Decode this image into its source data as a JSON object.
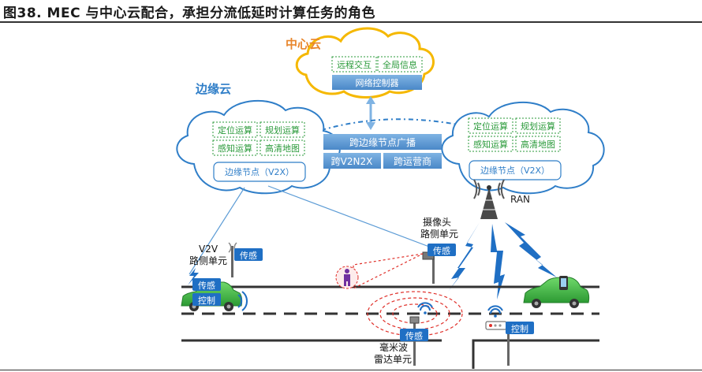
{
  "title": "图38. MEC 与中心云配合，承担分流低延时计算任务的角色",
  "center_cloud": {
    "name": "中心云",
    "items": [
      "远程交互",
      "全局信息"
    ],
    "controller": "网络控制器"
  },
  "edge_cloud_label": "边缘云",
  "edge_cloud_left": {
    "items": [
      "定位运算",
      "规划运算",
      "感知运算",
      "高清地图"
    ],
    "node": "边缘节点（V2X）"
  },
  "edge_cloud_right": {
    "items": [
      "定位运算",
      "规划运算",
      "感知运算",
      "高清地图"
    ],
    "node": "边缘节点（V2X）"
  },
  "cross_edge": {
    "broadcast": "跨边缘节点广播",
    "v2n2x": "跨V2N2X",
    "cross_operator": "跨运营商"
  },
  "ran_label": "RAN",
  "v2v_rsu": {
    "line1": "V2V",
    "line2": "路侧单元",
    "tag": "传感"
  },
  "camera_rsu": {
    "line1": "摄像头",
    "line2": "路侧单元",
    "tag": "传感"
  },
  "radar_rsu": {
    "tag": "传感",
    "line1": "毫米波",
    "line2": "雷达单元"
  },
  "left_car": {
    "tag_sense": "传感",
    "tag_control": "控制"
  },
  "right_signal_tag": "控制",
  "colors": {
    "cloud_blue": "#2f7ec8",
    "cloud_orange": "#f5b800",
    "center_title": "#e8862c",
    "edge_title": "#2f7ec8",
    "item_green": "#2a9a3a",
    "controller_fill": "#5b9bd5",
    "car_green": "#3cb043",
    "ring_red": "#e0302a"
  }
}
